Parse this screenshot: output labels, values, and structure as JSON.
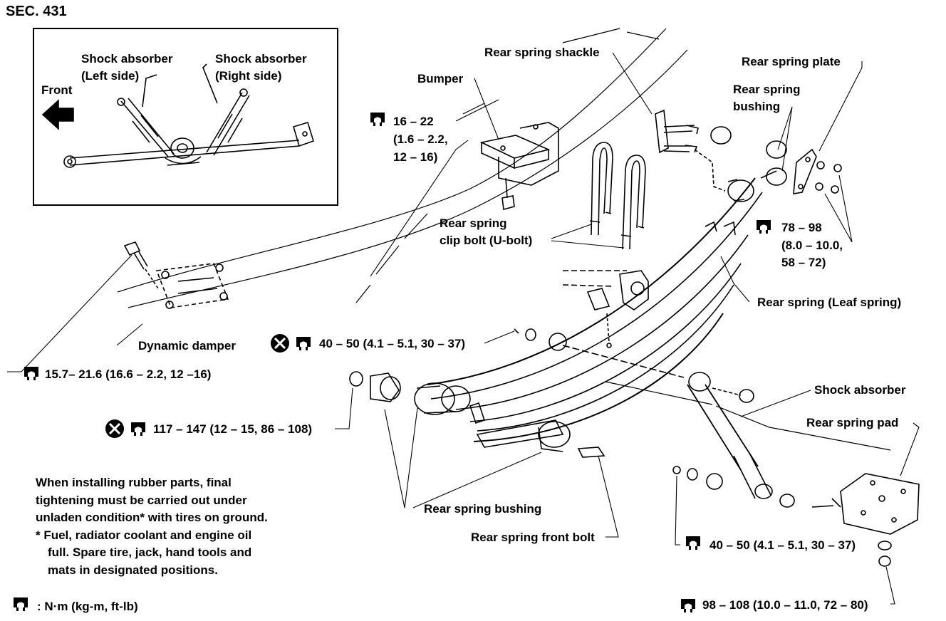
{
  "section": "SEC. 431",
  "inset": {
    "front": "Front",
    "shock_left_1": "Shock absorber",
    "shock_left_2": "(Left side)",
    "shock_right_1": "Shock absorber",
    "shock_right_2": "(Right side)"
  },
  "labels": {
    "rear_spring_shackle": "Rear spring shackle",
    "rear_spring_plate": "Rear spring plate",
    "rear_spring_bushing_top_1": "Rear spring",
    "rear_spring_bushing_top_2": "bushing",
    "bumper": "Bumper",
    "rear_spring_clip_bolt_1": "Rear spring",
    "rear_spring_clip_bolt_2": "clip bolt (U-bolt)",
    "rear_spring_leaf": "Rear spring (Leaf spring)",
    "dynamic_damper": "Dynamic damper",
    "shock_absorber": "Shock absorber",
    "rear_spring_pad": "Rear spring pad",
    "rear_spring_bushing_bottom": "Rear spring bushing",
    "rear_spring_front_bolt": "Rear spring front bolt"
  },
  "torques": {
    "t1_1": "16 – 22",
    "t1_2": "(1.6 – 2.2,",
    "t1_3": "12 – 16)",
    "t2_1": "78 – 98",
    "t2_2": "(8.0 – 10.0,",
    "t2_3": "58 – 72)",
    "t3": "40 – 50 (4.1 – 5.1, 30 – 37)",
    "t4": "15.7– 21.6 (16.6 – 2.2, 12 –16)",
    "t5": "117 – 147 (12 – 15, 86 – 108)",
    "t6": "40 – 50 (4.1 – 5.1, 30 – 37)",
    "t7": "98 – 108 (10.0 – 11.0, 72 – 80)"
  },
  "notes": {
    "n1": "When installing rubber parts, final",
    "n2": "tightening must be carried out under",
    "n3": "unladen condition* with tires on ground.",
    "n4": "*  Fuel, radiator coolant and engine oil",
    "n5": "full.  Spare tire, jack, hand tools and",
    "n6": "mats in designated positions."
  },
  "legend": ": N·m (kg-m, ft-lb)",
  "icons": {
    "torque": "torque-wrench-icon",
    "replace": "do-not-reuse-icon"
  }
}
